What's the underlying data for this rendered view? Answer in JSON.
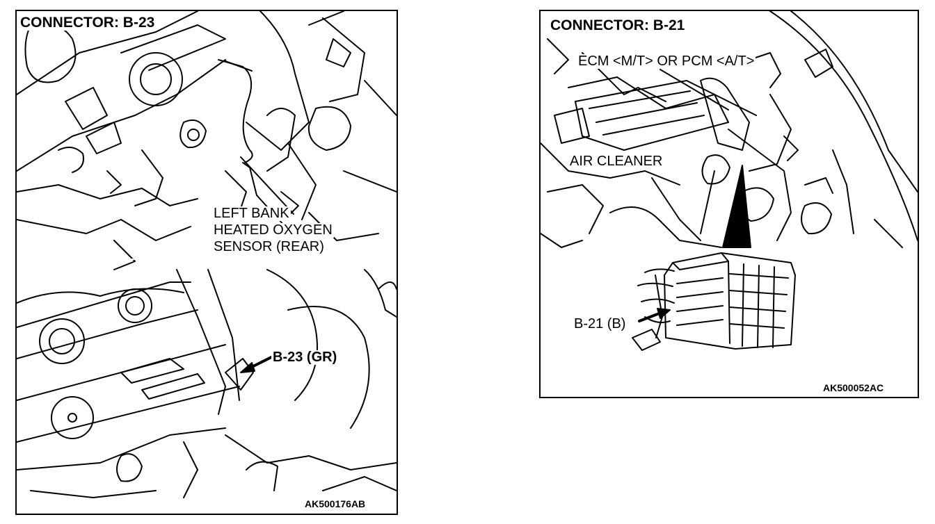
{
  "figures": [
    {
      "title": "CONNECTOR: B-23",
      "code": "AK500176AB",
      "labels": {
        "component_line1": "LEFT BANK",
        "component_line2": "HEATED OXYGEN",
        "component_line3": "SENSOR (REAR)",
        "connector": "B-23 (GR)"
      }
    },
    {
      "title": "CONNECTOR: B-21",
      "code": "AK500052AC",
      "labels": {
        "module": "ECM <M/T> OR PCM <A/T>",
        "air_cleaner": "AIR CLEANER",
        "connector": "B-21 (B)"
      }
    }
  ]
}
